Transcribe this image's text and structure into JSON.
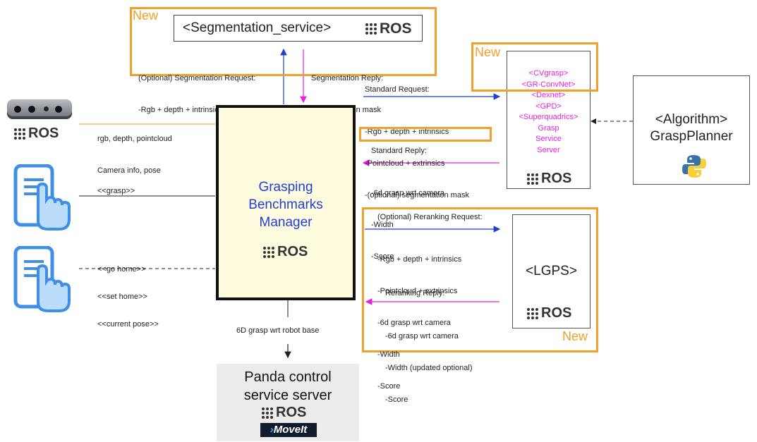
{
  "new_labels": {
    "segmentation": "New",
    "grasp_server": "New",
    "lgps": "New"
  },
  "segmentation_service": {
    "title": "<Segmentation_service>",
    "request_title": "(Optional) Segmentation Request:",
    "request_items": "-Rgb + depth + intrinsics",
    "reply_title": "Segmentation Reply:",
    "reply_items": "-segmentation mask"
  },
  "ros_text": "ROS",
  "camera": {
    "line1": "rgb, depth, pointcloud",
    "line2": "Camera info, pose"
  },
  "grasp_cmd": "<<grasp>>",
  "home_cmds": {
    "line1": "<<go home>>",
    "line2": "<<set home>>",
    "line3": "<<current pose>>"
  },
  "manager": {
    "line1": "Grasping",
    "line2": "Benchmarks",
    "line3": "Manager"
  },
  "standard_request": {
    "title": "Standard Request:",
    "line1": "-Rgb + depth + intrinsics",
    "line2": "-Pointcloud + extrinsics",
    "line3": "-(optional) segmentation mask"
  },
  "standard_reply": {
    "title": "Standard Reply:",
    "line1": "-6d grasp wrt camera",
    "line2": "-Width",
    "line3": "-Score"
  },
  "grasp_server": {
    "algos": [
      "<CVgrasp>",
      "<GR-ConvNet>",
      "<Dexnet>",
      "<GPD>",
      "<Superquadrics>",
      "Grasp",
      "Service",
      "Server"
    ]
  },
  "grasp_planner": {
    "line1": "<Algorithm>",
    "line2": "GraspPlanner"
  },
  "reranking_request": {
    "title": "(Optional) Reranking Request:",
    "line1": "-Rgb + depth + intrinsics",
    "line2": "-Pointcloud + extrinsics",
    "line3": "-6d grasp wrt camera",
    "line4": "-Width",
    "line5": "-Score"
  },
  "reranking_reply": {
    "title": "Reranking Reply:",
    "line1": "-6d grasp wrt camera",
    "line2": "-Width (updated optional)",
    "line3": "-Score"
  },
  "lgps": {
    "title": "<LGPS>"
  },
  "robot_base": "6D grasp wrt robot base",
  "panda": {
    "line1": "Panda control",
    "line2": "service server",
    "moveit": "MoveIt"
  },
  "colors": {
    "orange": "#f2a02c",
    "pink": "#e81ee0",
    "blue": "#1f3fd6",
    "manager_fill": "#fffbdf",
    "panda_fill": "#ececec"
  }
}
